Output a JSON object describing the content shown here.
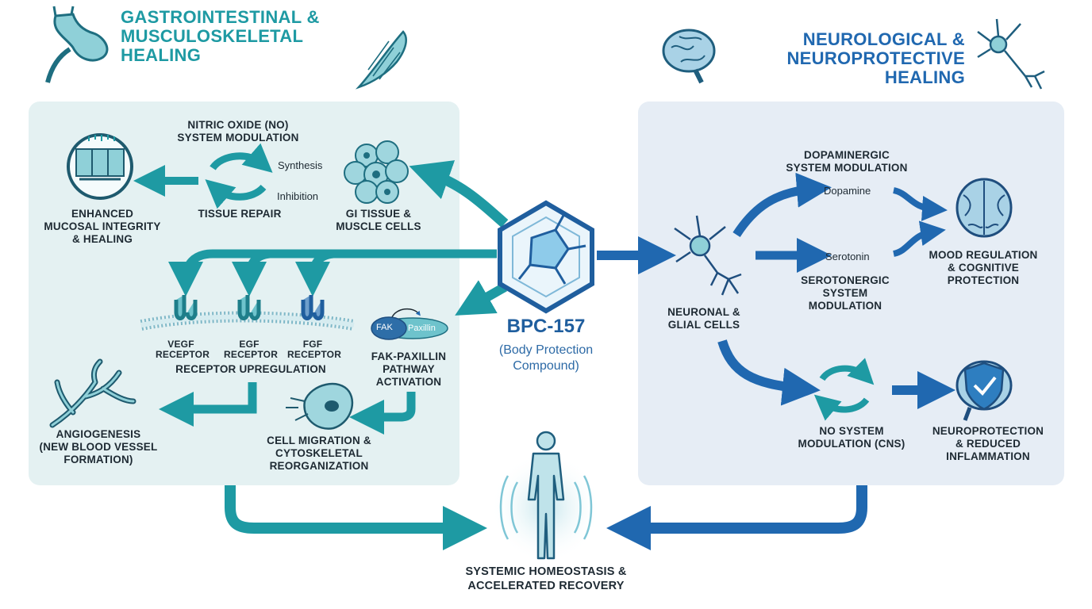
{
  "colors": {
    "teal": "#1e9aa3",
    "blue": "#2068b0",
    "left_panel_bg": "#e4f1f2",
    "right_panel_bg": "#e6edf5",
    "text_dark": "#1e2a33"
  },
  "center": {
    "name": "BPC-157",
    "subtitle_line1": "(Body Protection",
    "subtitle_line2": "Compound)"
  },
  "left": {
    "title_line1": "GASTROINTESTINAL &",
    "title_line2": "MUSCULOSKELETAL",
    "title_line3": "HEALING",
    "no_title_line1": "NITRIC OXIDE (NO)",
    "no_title_line2": "SYSTEM MODULATION",
    "synthesis": "Synthesis",
    "inhibition": "Inhibition",
    "tissue_repair": "TISSUE REPAIR",
    "gi_cells_line1": "GI TISSUE &",
    "gi_cells_line2": "MUSCLE CELLS",
    "mucosal_line1": "ENHANCED",
    "mucosal_line2": "MUCOSAL INTEGRITY",
    "mucosal_line3": "& HEALING",
    "receptors": [
      {
        "line1": "VEGF",
        "line2": "RECEPTOR"
      },
      {
        "line1": "EGF",
        "line2": "RECEPTOR"
      },
      {
        "line1": "FGF",
        "line2": "RECEPTOR"
      }
    ],
    "receptor_upregulation": "RECEPTOR UPREGULATION",
    "fak": "FAK",
    "paxillin": "Paxillin",
    "fak_line1": "FAK-PAXILLIN",
    "fak_line2": "PATHWAY",
    "fak_line3": "ACTIVATION",
    "angio_line1": "ANGIOGENESIS",
    "angio_line2": "(NEW BLOOD VESSEL",
    "angio_line3": "FORMATION)",
    "migration_line1": "CELL MIGRATION &",
    "migration_line2": "CYTOSKELETAL",
    "migration_line3": "REORGANIZATION"
  },
  "right": {
    "title_line1": "NEUROLOGICAL &",
    "title_line2": "NEUROPROTECTIVE",
    "title_line3": "HEALING",
    "dopa_line1": "DOPAMINERGIC",
    "dopa_line2": "SYSTEM MODULATION",
    "dopamine": "Dopamine",
    "serotonin": "Serotonin",
    "sero_line1": "SEROTONERGIC",
    "sero_line2": "SYSTEM",
    "sero_line3": "MODULATION",
    "neuronal_line1": "NEURONAL &",
    "neuronal_line2": "GLIAL CELLS",
    "mood_line1": "MOOD REGULATION",
    "mood_line2": "& COGNITIVE",
    "mood_line3": "PROTECTION",
    "no_cns_line1": "NO SYSTEM",
    "no_cns_line2": "MODULATION (CNS)",
    "neuro_line1": "NEUROPROTECTION",
    "neuro_line2": "& REDUCED",
    "neuro_line3": "INFLAMMATION"
  },
  "bottom": {
    "line1": "SYSTEMIC HOMEOSTASIS &",
    "line2": "ACCELERATED RECOVERY"
  },
  "icons": [
    "stomach-icon",
    "muscle-icon",
    "brain-icon",
    "neuron-icon",
    "mucosa-cells-icon",
    "cycle-arrows-icon",
    "cell-cluster-icon",
    "hexagon-molecule-icon",
    "receptor-membrane-icon",
    "fak-paxillin-icon",
    "blood-vessel-icon",
    "migrating-cell-icon",
    "human-figure-icon",
    "brain-check-shield-icon"
  ]
}
